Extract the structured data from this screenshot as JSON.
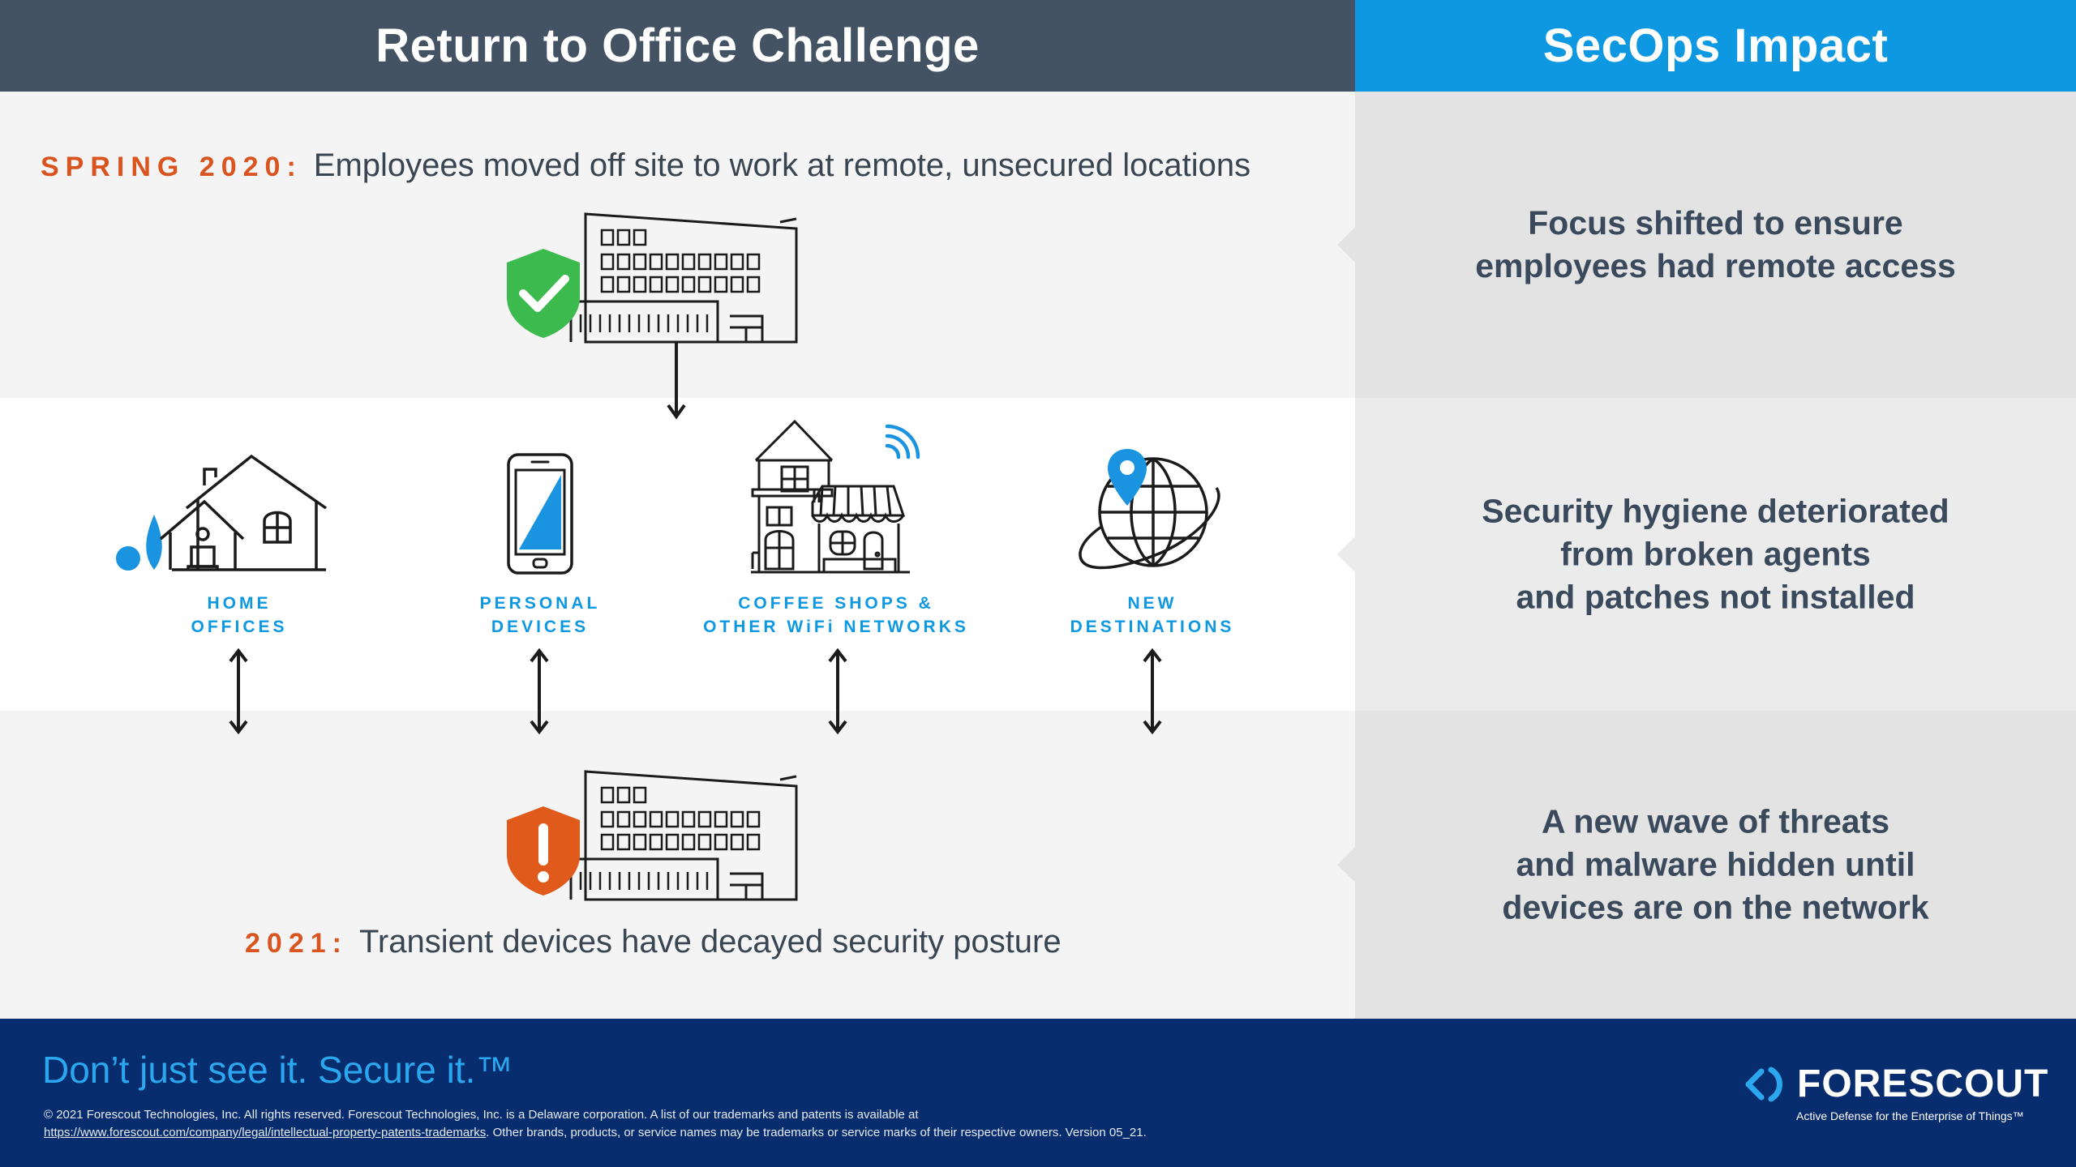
{
  "header": {
    "left_title": "Return to Office Challenge",
    "right_title": "SecOps Impact"
  },
  "spring2020": {
    "year": "SPRING 2020:",
    "text": "Employees moved off site to work at remote, unsecured locations"
  },
  "y2021": {
    "year": "2021:",
    "text": "Transient devices have decayed security posture"
  },
  "categories": [
    {
      "line1": "HOME",
      "line2": "OFFICES",
      "icon": "house-icon"
    },
    {
      "line1": "PERSONAL",
      "line2": "DEVICES",
      "icon": "smartphone-icon"
    },
    {
      "line1": "COFFEE SHOPS &",
      "line2": "OTHER WiFi NETWORKS",
      "icon": "coffee-shop-icon"
    },
    {
      "line1": "NEW",
      "line2": "DESTINATIONS",
      "icon": "globe-icon"
    }
  ],
  "impacts": [
    "Focus shifted to ensure\nemployees had remote access",
    "Security hygiene deteriorated\nfrom broken agents\nand patches not installed",
    "A new wave of threats\nand malware hidden until\ndevices are on the network"
  ],
  "footer": {
    "tagline": "Don’t just see it. Secure it.™",
    "legal_line1": "© 2021 Forescout Technologies, Inc. All rights reserved. Forescout Technologies, Inc. is a Delaware corporation. A list of our trademarks and patents is available at",
    "legal_link": "https://www.forescout.com/company/legal/intellectual-property-patents-trademarks",
    "legal_line2_rest": ". Other brands, products, or service names may be trademarks or service marks of their respective owners. Version 05_21.",
    "logo_word": "FORESCOUT",
    "logo_sub": "Active Defense for the Enterprise of Things™"
  },
  "colors": {
    "header_left": "#435363",
    "header_right": "#0d98e1",
    "accent_orange": "#d9541e",
    "accent_blue": "#0d98e1",
    "footer_bg": "#082d6e",
    "shield_ok": "#3dba4e",
    "shield_alert": "#e05a1c"
  }
}
